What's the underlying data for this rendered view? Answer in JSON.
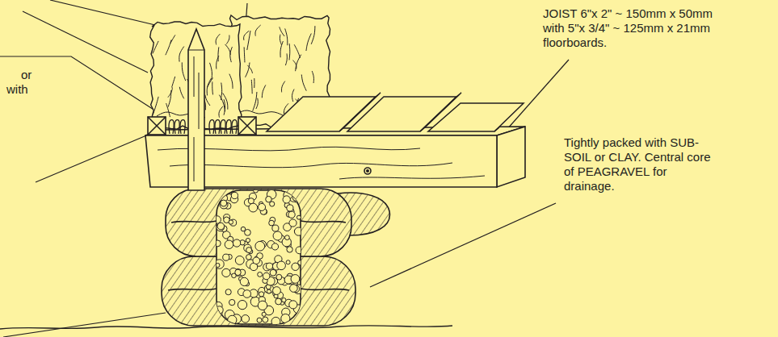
{
  "diagram": {
    "labels": [
      "or",
      "with",
      "JOIST 6\"x 2\" ~ 150mm x 50mm with 5\"x 3/4\" ~ 125mm x 21mm floorboards.",
      "Tightly packed with SUB-SOIL or CLAY. Central core of PEAGRAVEL for drainage."
    ]
  }
}
